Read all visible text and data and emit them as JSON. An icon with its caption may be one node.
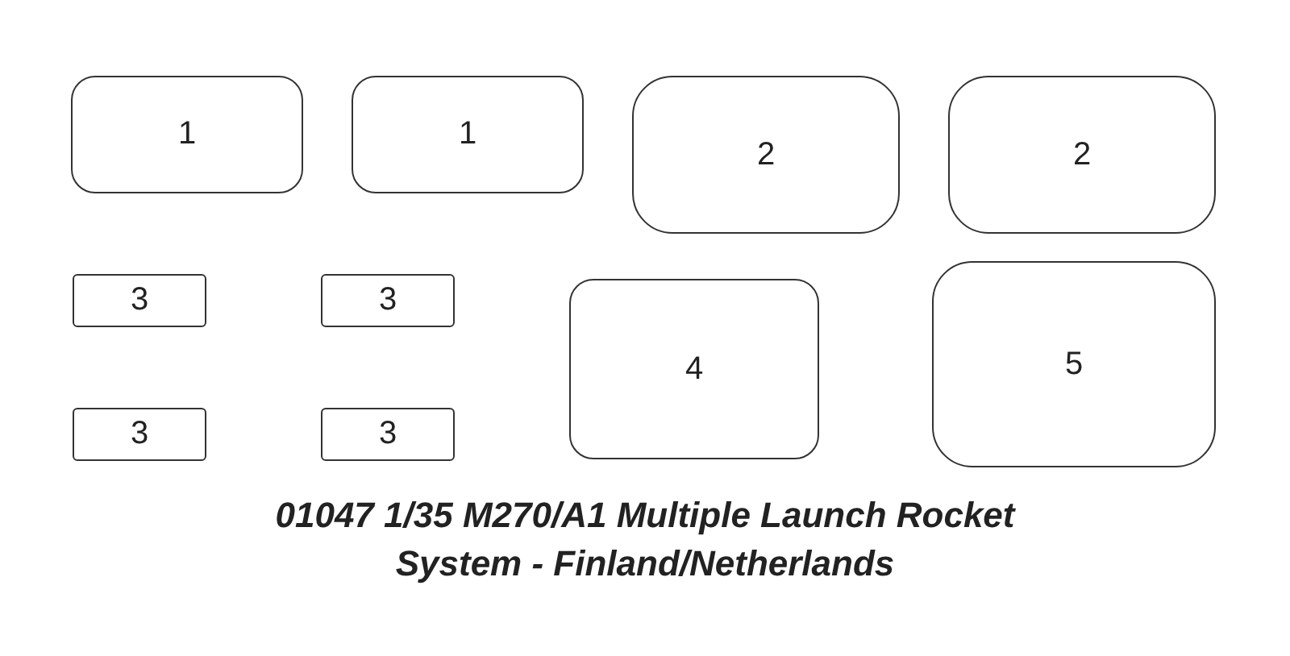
{
  "diagram": {
    "title": "01047 1/35 M270/A1 Multiple Launch Rocket System - Finland/Netherlands",
    "nodes": [
      {
        "text": [
          "1"
        ]
      },
      {
        "text": [
          "1"
        ]
      },
      {
        "text": [
          "2"
        ]
      },
      {
        "text": [
          "2"
        ]
      },
      {
        "text": [
          "3"
        ]
      },
      {
        "text": [
          "3"
        ]
      },
      {
        "text": [
          "3"
        ]
      },
      {
        "text": [
          "3"
        ]
      },
      {
        "text": [
          "4"
        ]
      },
      {
        "text": [
          "5"
        ]
      }
    ]
  }
}
